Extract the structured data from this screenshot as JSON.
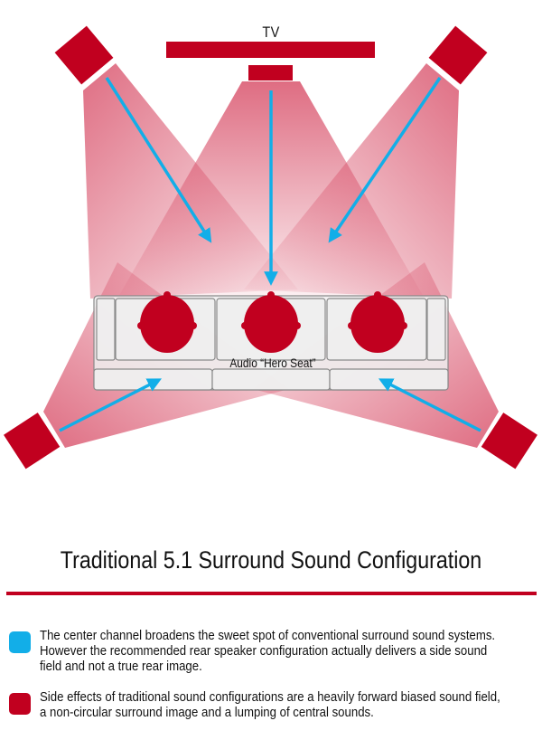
{
  "diagram": {
    "tv_label": "TV",
    "seat_label": "Audio “Hero Seat”",
    "speakers": [
      "front-left",
      "center",
      "front-right",
      "surround-left",
      "surround-right"
    ],
    "colors": {
      "speaker": "#c1001f",
      "arrow": "#12aee8",
      "cone": "#d9536c",
      "couch": "#efefef"
    }
  },
  "title": "Traditional 5.1 Surround Sound Configuration",
  "legend": [
    {
      "color": "#12aee8",
      "text": "The center channel broadens the sweet spot of conventional surround sound systems. However the recommended rear speaker configuration actually delivers a side sound field and not a true rear image."
    },
    {
      "color": "#c1001f",
      "text": "Side effects of traditional sound configurations are a heavily forward biased sound field, a non-circular surround image and a lumping of central sounds."
    }
  ]
}
